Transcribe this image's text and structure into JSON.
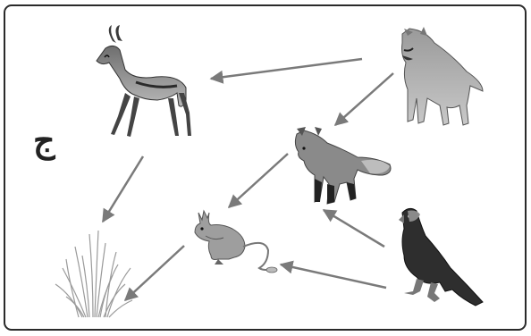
{
  "diagram": {
    "label": "ج",
    "organisms": [
      {
        "id": "gazelle",
        "icon": "gazelle-icon"
      },
      {
        "id": "wolf",
        "icon": "wolf-icon"
      },
      {
        "id": "fox",
        "icon": "fox-icon"
      },
      {
        "id": "jerboa",
        "icon": "jerboa-icon"
      },
      {
        "id": "eagle",
        "icon": "eagle-icon"
      },
      {
        "id": "grass",
        "icon": "grass-icon"
      }
    ],
    "arrows": [
      {
        "from": "wolf",
        "to": "gazelle"
      },
      {
        "from": "wolf",
        "to": "fox"
      },
      {
        "from": "gazelle",
        "to": "grass"
      },
      {
        "from": "fox",
        "to": "jerboa"
      },
      {
        "from": "eagle",
        "to": "fox"
      },
      {
        "from": "eagle",
        "to": "jerboa"
      },
      {
        "from": "jerboa",
        "to": "grass"
      }
    ],
    "colors": {
      "arrow": "#7a7a7a",
      "frame": "#2a2a2a"
    }
  }
}
